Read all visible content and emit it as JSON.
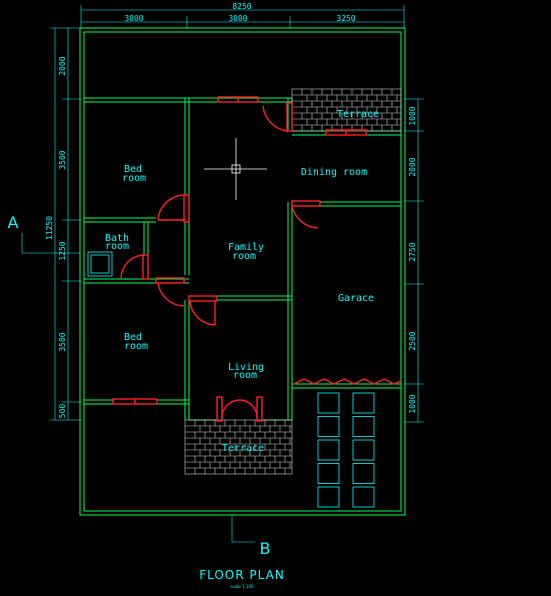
{
  "dimensions": {
    "top_total": "8250",
    "top_segments": [
      "3000",
      "3000",
      "3250"
    ],
    "left_total": "11250",
    "left_segments": [
      "2000",
      "3500",
      "1250",
      "3500",
      "500"
    ],
    "right_segments": [
      "1000",
      "2000",
      "2750",
      "2500",
      "1000"
    ]
  },
  "rooms": {
    "bed_top": [
      "Bed",
      "room"
    ],
    "bath": [
      "Bath",
      "room"
    ],
    "bed_bottom": [
      "Bed",
      "room"
    ],
    "family": [
      "Family",
      "room"
    ],
    "dining": "Dining room",
    "garage": "Garace",
    "living": [
      "Living",
      "room"
    ],
    "terrace_top": "Terrace",
    "terrace_bottom": "Terrace"
  },
  "section_markers": {
    "a": "A",
    "b": "B"
  },
  "title": "FLOOR PLAN",
  "scale": "scale 1:100",
  "colors": {
    "background": "#000000",
    "walls": "#00ff55",
    "text": "#00ffff",
    "doors_windows": "#ff2020",
    "brick": "#cfcfcf"
  }
}
